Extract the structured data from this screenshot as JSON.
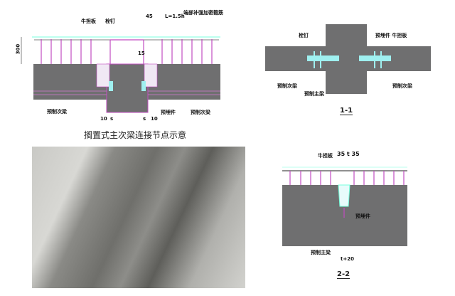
{
  "main_detail": {
    "labels": {
      "corbel_plate": "牛担板",
      "stud": "栓钉",
      "dim_45": "45",
      "dim_L": "L=1.5h",
      "end_stirrups": "端部补强加密箍筋",
      "dim_300": "300",
      "dim_15": "15",
      "secondary_beam_left": "预制次梁",
      "embedded_part": "预埋件",
      "secondary_beam_right": "预制次梁",
      "dim_10_left": "10",
      "dim_s_left": "s",
      "dim_s_right": "s",
      "dim_10_right": "10"
    },
    "caption": "搁置式主次梁连接节点示意"
  },
  "section_1_1": {
    "labels": {
      "stud": "栓钉",
      "embedded_corbel": "预埋件 牛担板",
      "secondary_beam_left": "预制次梁",
      "main_beam": "预制主梁",
      "secondary_beam_right": "预制次梁"
    },
    "title": "1-1"
  },
  "section_2_2": {
    "labels": {
      "corbel_plate": "牛担板",
      "dim_top": "35 t 35",
      "embedded_part": "预埋件",
      "main_beam": "预制主梁",
      "dim_bottom": "t+20"
    },
    "title": "2-2"
  },
  "colors": {
    "concrete": "#6f6f70",
    "rebar": "#c04cc0",
    "plate": "#9ff0f0"
  }
}
